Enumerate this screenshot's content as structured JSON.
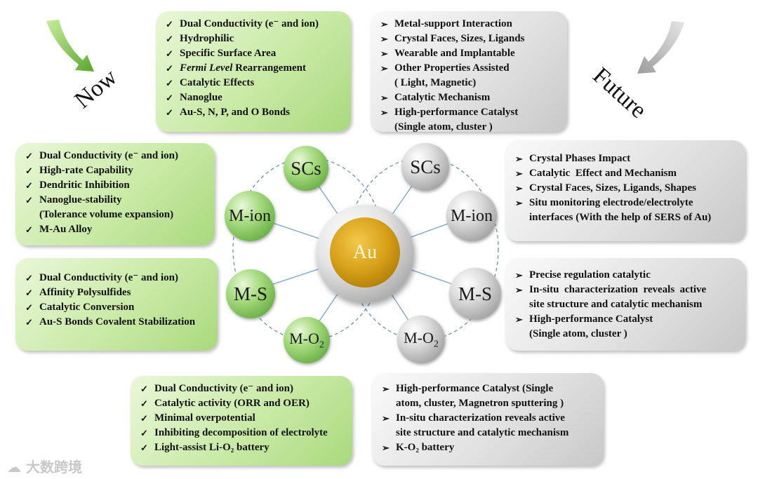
{
  "labels": {
    "now": "Now",
    "future": "Future",
    "center": "Au"
  },
  "spheres_now": {
    "scs": "SCs",
    "mion": "M-ion",
    "ms": "M-S",
    "mo2": "M-O",
    "mo2_sub": "2"
  },
  "spheres_future": {
    "scs": "SCs",
    "mion": "M-ion",
    "ms": "M-S",
    "mo2": "M-O",
    "mo2_sub": "2"
  },
  "now_top": [
    "Dual Conductivity (e⁻ and ion)",
    "Hydrophilic",
    "Specific Surface Area",
    "Fermi Level Rearrangement",
    "Catalytic Effects",
    "Nanoglue",
    "Au-S, N, P, and O Bonds"
  ],
  "now_mion": [
    "Dual Conductivity (e⁻ and ion)",
    "High-rate Capability",
    "Dendritic Inhibition",
    "Nanoglue-stability\n(Tolerance volume expansion)",
    "M-Au Alloy"
  ],
  "now_ms": [
    "Dual Conductivity (e⁻ and ion)",
    "Affinity Polysulfides",
    "Catalytic Conversion",
    "Au-S Bonds Covalent Stabilization"
  ],
  "now_mo2": [
    "Dual Conductivity (e⁻ and ion)",
    "Catalytic activity (ORR and OER)",
    "Minimal overpotential",
    "Inhibiting decomposition of electrolyte",
    "Light-assist Li-O₂ battery"
  ],
  "future_top": [
    "Metal-support Interaction",
    "Crystal Faces, Sizes, Ligands",
    "Wearable and Implantable",
    "Other Properties Assisted\n( Light, Magnetic)",
    "Catalytic Mechanism",
    "High-performance Catalyst\n(Single atom, cluster )"
  ],
  "future_mion": [
    "Crystal Phases Impact",
    "Catalytic  Effect and Mechanism",
    "Crystal Faces, Sizes, Ligands, Shapes",
    "Situ monitoring electrode/electrolyte\ninterfaces (With the help of SERS of Au)"
  ],
  "future_ms": [
    "Precise regulation catalytic",
    "In-situ  characterization  reveals  active\nsite structure and catalytic mechanism",
    "High-performance Catalyst\n(Single atom, cluster )"
  ],
  "future_mo2": [
    "High-performance Catalyst (Single\natom, cluster, Magnetron sputtering )",
    "In-situ characterization reveals active\nsite structure and catalytic mechanism",
    "K-O₂ battery"
  ],
  "watermark": "大数跨境",
  "colors": {
    "green": "#a9d97d",
    "gray": "#c8c8c8",
    "gold": "#d8a21a",
    "dash": "#6a8fb8",
    "arrow_green": "#7cc44a",
    "arrow_gray": "#b5b5b5"
  }
}
